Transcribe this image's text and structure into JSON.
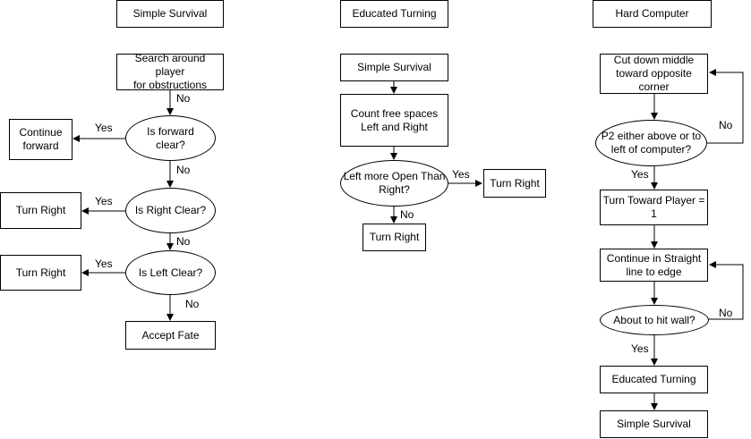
{
  "columns": {
    "simple_survival": {
      "title": "Simple Survival",
      "search": "Search around player\nfor obstructions",
      "q_forward": "Is forward\nclear?",
      "continue_forward": "Continue\nforward",
      "q_right": "Is Right Clear?",
      "turn_right_1": "Turn Right",
      "q_left": "Is Left Clear?",
      "turn_right_2": "Turn Right",
      "accept_fate": "Accept Fate"
    },
    "educated_turning": {
      "title": "Educated Turning",
      "start": "Simple Survival",
      "count": "Count free spaces\nLeft and Right",
      "q_left_open": "Left more Open Than\nRight?",
      "turn_right_yes": "Turn Right",
      "turn_right_no": "Turn Right"
    },
    "hard_computer": {
      "title": "Hard Computer",
      "cut_down": "Cut down middle\ntoward opposite\ncorner",
      "q_p2": "P2 either above or to\nleft of computer?",
      "turn_toward": "Turn Toward Player =\n1",
      "continue_straight": "Continue in Straight\nline to edge",
      "q_wall": "About to hit wall?",
      "educated": "Educated Turning",
      "simple": "Simple Survival"
    }
  },
  "edge_labels": {
    "yes": "Yes",
    "no": "No"
  }
}
